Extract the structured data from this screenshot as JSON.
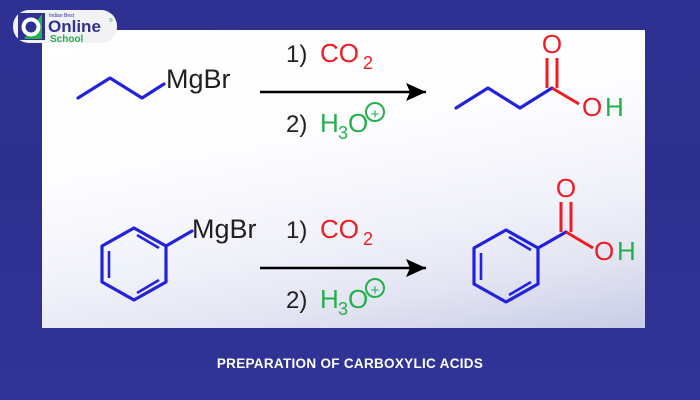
{
  "logo": {
    "tagline": "Indian Best",
    "word_online": "Online",
    "word_school": "School",
    "trademark": "®",
    "colors": {
      "blue": "#2e3192",
      "green": "#22b04b",
      "badge": "#f2f2f4"
    }
  },
  "caption": {
    "text": "PREPARATION OF CARBOXYLIC ACIDS",
    "color": "#ffffff",
    "background": "#2e3192"
  },
  "palette": {
    "background_blue": "#2e3192",
    "panel_white": "#ffffff",
    "panel_bottom": "#c9cce6",
    "bond_blue": "#2222dd",
    "label_black": "#231f20",
    "oxygen_red": "#ee1c25",
    "hydrogen_green": "#22b04b",
    "arrow_black": "#000000"
  },
  "reactions": [
    {
      "id": "reaction-1",
      "reactant": {
        "name": "propylmagnesium-bromide",
        "label": "MgBr",
        "label_color": "#231f20",
        "skeleton_color": "#2222dd",
        "carbon_count": 3
      },
      "conditions": {
        "step1_number": "1)",
        "step1_reagent": "CO",
        "step1_subscript": "2",
        "step1_color": "#ee1c25",
        "step2_number": "2)",
        "step2_reagent_h": "H",
        "step2_subscript": "3",
        "step2_reagent_o": "O",
        "step2_charge": "+",
        "step2_color": "#22b04b"
      },
      "product": {
        "name": "butanoic-acid",
        "carbonyl_oxygen": "O",
        "hydroxyl_oxygen": "O",
        "hydroxyl_hydrogen": "H",
        "skeleton_color": "#2222dd",
        "oxygen_color": "#ee1c25",
        "hydrogen_color": "#22b04b"
      }
    },
    {
      "id": "reaction-2",
      "reactant": {
        "name": "phenylmagnesium-bromide",
        "label": "MgBr",
        "label_color": "#231f20",
        "skeleton_color": "#2222dd",
        "ring": "benzene"
      },
      "conditions": {
        "step1_number": "1)",
        "step1_reagent": "CO",
        "step1_subscript": "2",
        "step1_color": "#ee1c25",
        "step2_number": "2)",
        "step2_reagent_h": "H",
        "step2_subscript": "3",
        "step2_reagent_o": "O",
        "step2_charge": "+",
        "step2_color": "#22b04b"
      },
      "product": {
        "name": "benzoic-acid",
        "carbonyl_oxygen": "O",
        "hydroxyl_oxygen": "O",
        "hydroxyl_hydrogen": "H",
        "skeleton_color": "#2222dd",
        "oxygen_color": "#ee1c25",
        "hydrogen_color": "#22b04b"
      }
    }
  ]
}
